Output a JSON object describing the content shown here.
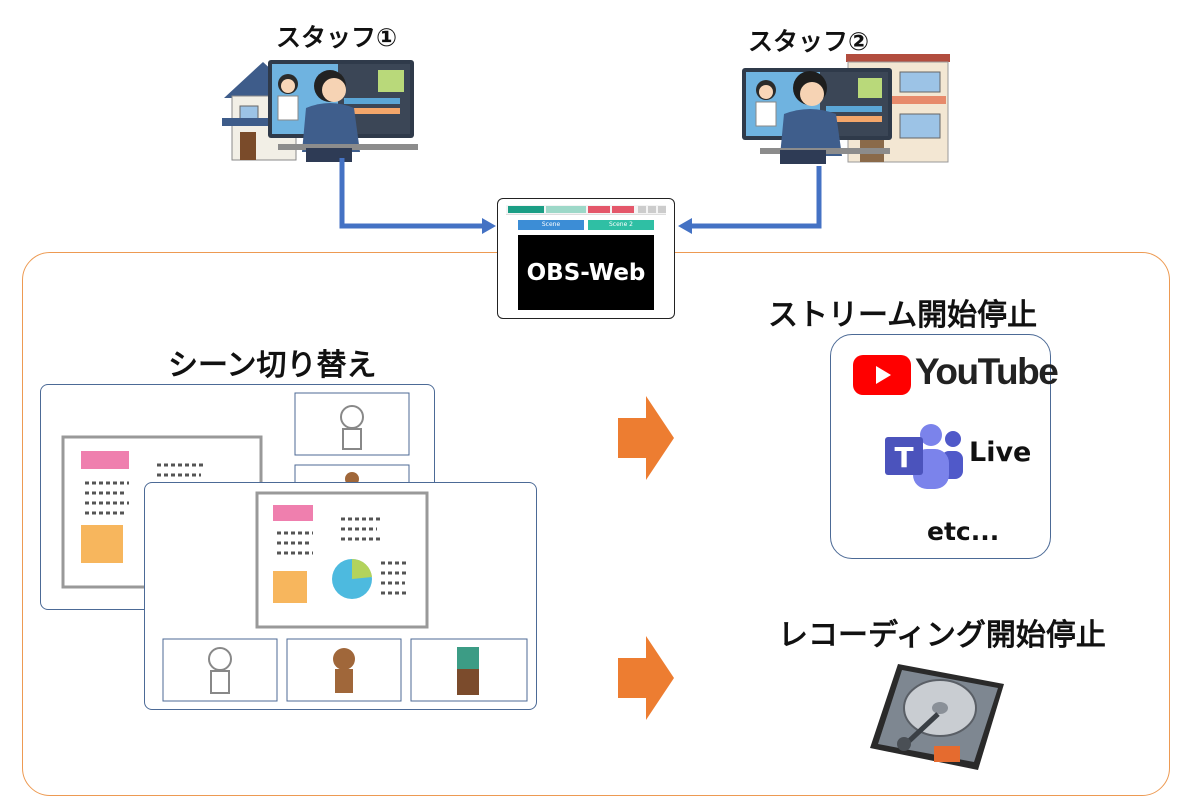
{
  "staff": [
    {
      "label": "スタッフ①"
    },
    {
      "label": "スタッフ②"
    }
  ],
  "obs_web": {
    "title": "OBS-Web",
    "scene_buttons": [
      "Scene",
      "Scene 2"
    ]
  },
  "features": {
    "scene_switch": "シーン切り替え",
    "stream": "ストリーム開始停止",
    "recording": "レコーディング開始停止"
  },
  "services": {
    "youtube": "YouTube",
    "teams_live": "Live",
    "etc": "etc..."
  },
  "colors": {
    "arrow_blue": "#4472C4",
    "arrow_orange": "#ED7D31",
    "panel_border": "#ED9A52",
    "card_border": "#4C6A96",
    "youtube_red": "#FF0000",
    "teams_purple": "#5059C9"
  }
}
